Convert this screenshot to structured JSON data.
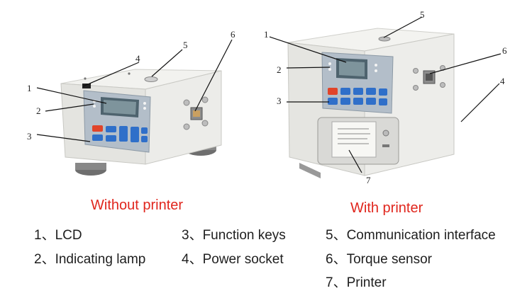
{
  "captions": {
    "left": "Without printer",
    "right": "With printer"
  },
  "callouts": {
    "left": [
      "1",
      "2",
      "3",
      "4",
      "5",
      "6"
    ],
    "right": [
      "1",
      "2",
      "3",
      "4",
      "5",
      "6",
      "7"
    ]
  },
  "legend": [
    {
      "num": "1、",
      "text": "LCD"
    },
    {
      "num": "2、",
      "text": "Indicating lamp"
    },
    {
      "num": "3、",
      "text": "Function keys"
    },
    {
      "num": "4、",
      "text": "Power socket"
    },
    {
      "num": "5、",
      "text": "Communication interface"
    },
    {
      "num": "6、",
      "text": "Torque sensor"
    },
    {
      "num": "7、",
      "text": "Printer"
    }
  ],
  "colors": {
    "caption": "#e0261d",
    "body_metal": "#e9e9e6",
    "panel": "#b8c2cc",
    "key_blue": "#2f6fc9",
    "key_red": "#e0442a",
    "lcd": "#5a6e78"
  }
}
